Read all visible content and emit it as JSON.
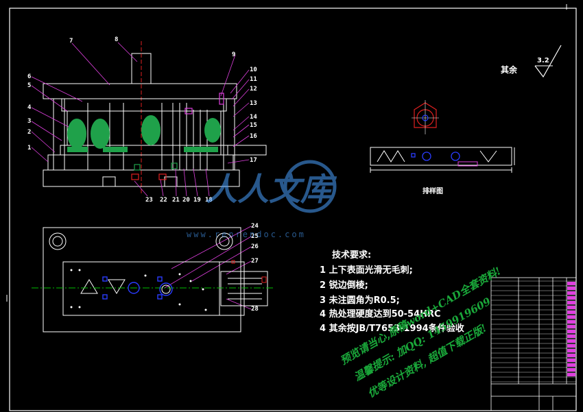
{
  "part_labels_left": [
    "7",
    "8",
    "6",
    "5",
    "4",
    "3",
    "2",
    "1"
  ],
  "part_labels_right": [
    "9",
    "10",
    "11",
    "12",
    "13",
    "14",
    "15",
    "16",
    "17"
  ],
  "part_labels_bottom": [
    "23",
    "22",
    "21",
    "20",
    "19",
    "18"
  ],
  "part_labels_plan": [
    "24",
    "25",
    "26",
    "27",
    "28"
  ],
  "surface_finish": {
    "label": "其余",
    "value": "3.2"
  },
  "strip_layout_title": "排样图",
  "tech_requirements": {
    "title": "技术要求:",
    "items": [
      "1  上下表面光滑无毛刺;",
      "2  锐边倒棱;",
      "3  未注圆角为R0.5;",
      "4  热处理硬度达到50-54HRC",
      "4  其余按JB/T7653-1994条件验收"
    ]
  },
  "watermark": {
    "brand": "人人文库",
    "url": "www.renrendoc.com",
    "promo_lines": [
      "预览请当心,原稿word+CAD全套资料!",
      "温馨提示: 加QQ: 1459919609",
      "优等设计资料, 超值下载正版!"
    ]
  },
  "colors": {
    "background": "#000000",
    "drawing_line": "#ffffff",
    "hatch": "#1fa14a",
    "accent_red": "#e02020",
    "accent_magenta": "#e040e0",
    "accent_blue": "#2a3cff",
    "centerline": "#00c000"
  }
}
